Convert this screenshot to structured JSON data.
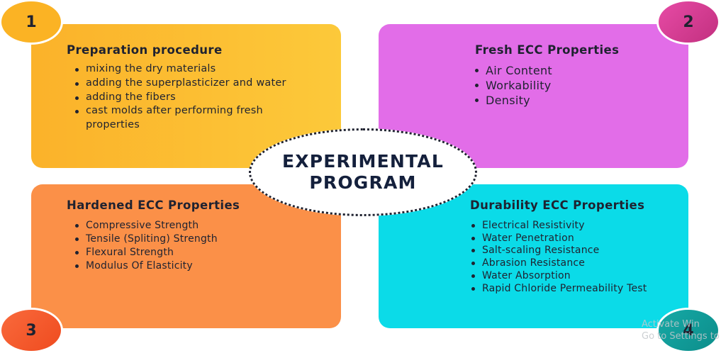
{
  "center": {
    "line1": "EXPERIMENTAL",
    "line2": "PROGRAM"
  },
  "badges": [
    "1",
    "2",
    "3",
    "4"
  ],
  "cards": [
    {
      "title": "Preparation procedure",
      "color": "#fcc034",
      "items": [
        "mixing the dry materials",
        "adding the superplasticizer and water",
        "adding the fibers",
        "cast molds after performing fresh properties"
      ]
    },
    {
      "title": "Fresh ECC Properties",
      "color": "#e26de8",
      "items": [
        "Air Content",
        "Workability",
        "Density"
      ]
    },
    {
      "title": "Hardened ECC Properties",
      "color": "#fb9048",
      "items": [
        "Compressive Strength",
        "Tensile (Spliting) Strength",
        "Flexural Strength",
        "Modulus Of Elasticity"
      ]
    },
    {
      "title": "Durability ECC Properties",
      "color": "#0bdbe8",
      "items": [
        "Electrical Resistivity",
        "Water Penetration",
        "Salt-scaling Resistance",
        "Abrasion Resistance",
        "Water Absorption",
        "Rapid Chloride Permeability Test"
      ]
    }
  ],
  "watermark": {
    "line1": "Activate Win",
    "line2": "Go to Settings to"
  }
}
